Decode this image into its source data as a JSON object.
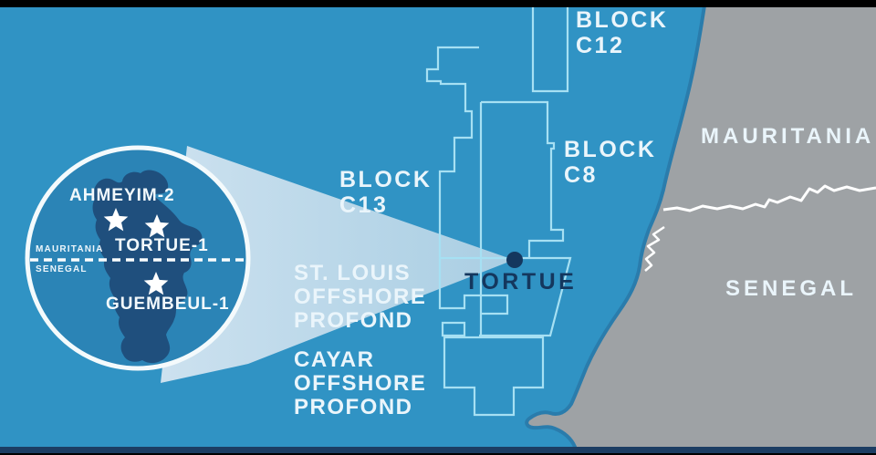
{
  "map": {
    "countries": {
      "mauritania": "MAURITANIA",
      "senegal": "SENEGAL"
    },
    "blocks": {
      "c12": {
        "line1": "BLOCK",
        "line2": "C12"
      },
      "c8": {
        "line1": "BLOCK",
        "line2": "C8"
      },
      "c13": {
        "line1": "BLOCK",
        "line2": "C13"
      },
      "st_louis": {
        "line1": "ST. LOUIS",
        "line2": "OFFSHORE",
        "line3": "PROFOND"
      },
      "cayar": {
        "line1": "CAYAR",
        "line2": "OFFSHORE",
        "line3": "PROFOND"
      }
    },
    "marker": {
      "label": "TORTUE"
    },
    "inset": {
      "wells": [
        {
          "name": "AHMEYIM-2"
        },
        {
          "name": "TORTUE-1"
        },
        {
          "name": "GUEMBEUL-1"
        }
      ],
      "border": {
        "top": "MAURITANIA",
        "bottom": "SENEGAL"
      }
    },
    "icons": {
      "well": "star-icon",
      "field_location": "dot-marker"
    },
    "colors": {
      "ocean": "#3093C4",
      "ocean_inset": "#2B84B6",
      "land": "#9EA2A5",
      "beam_light": "#C3DCEC",
      "field_shape": "#1F4F7D",
      "block_line": "#A6E0F3",
      "label_text": "#EAF5FB",
      "marker_navy": "#14375E",
      "footer_bar": "#1C3D63"
    }
  }
}
